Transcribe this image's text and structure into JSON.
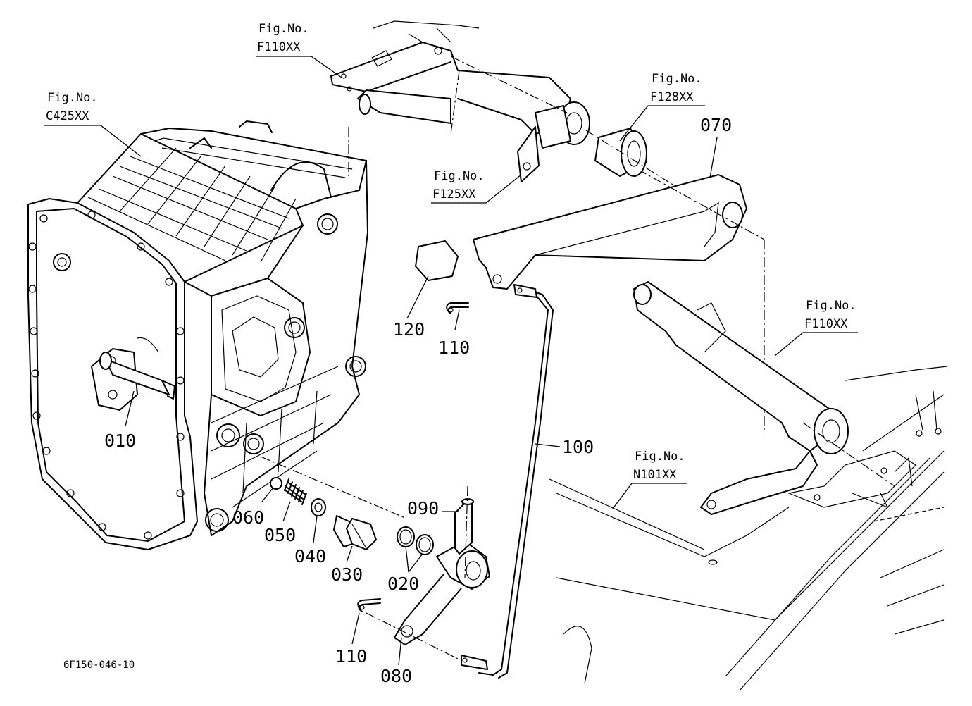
{
  "fig_refs": {
    "f110_top": {
      "prefix": "Fig.No.",
      "code": "F110XX"
    },
    "c425": {
      "prefix": "Fig.No.",
      "code": "C425XX"
    },
    "f128": {
      "prefix": "Fig.No.",
      "code": "F128XX"
    },
    "f125": {
      "prefix": "Fig.No.",
      "code": "F125XX"
    },
    "f110_right": {
      "prefix": "Fig.No.",
      "code": "F110XX"
    },
    "n101": {
      "prefix": "Fig.No.",
      "code": "N101XX"
    }
  },
  "parts": {
    "p010": "010",
    "p020": "020",
    "p030": "030",
    "p040": "040",
    "p050": "050",
    "p060": "060",
    "p070": "070",
    "p080": "080",
    "p090": "090",
    "p100": "100",
    "p110a": "110",
    "p110b": "110",
    "p120": "120"
  },
  "diagram_code": "6F150-046-10"
}
